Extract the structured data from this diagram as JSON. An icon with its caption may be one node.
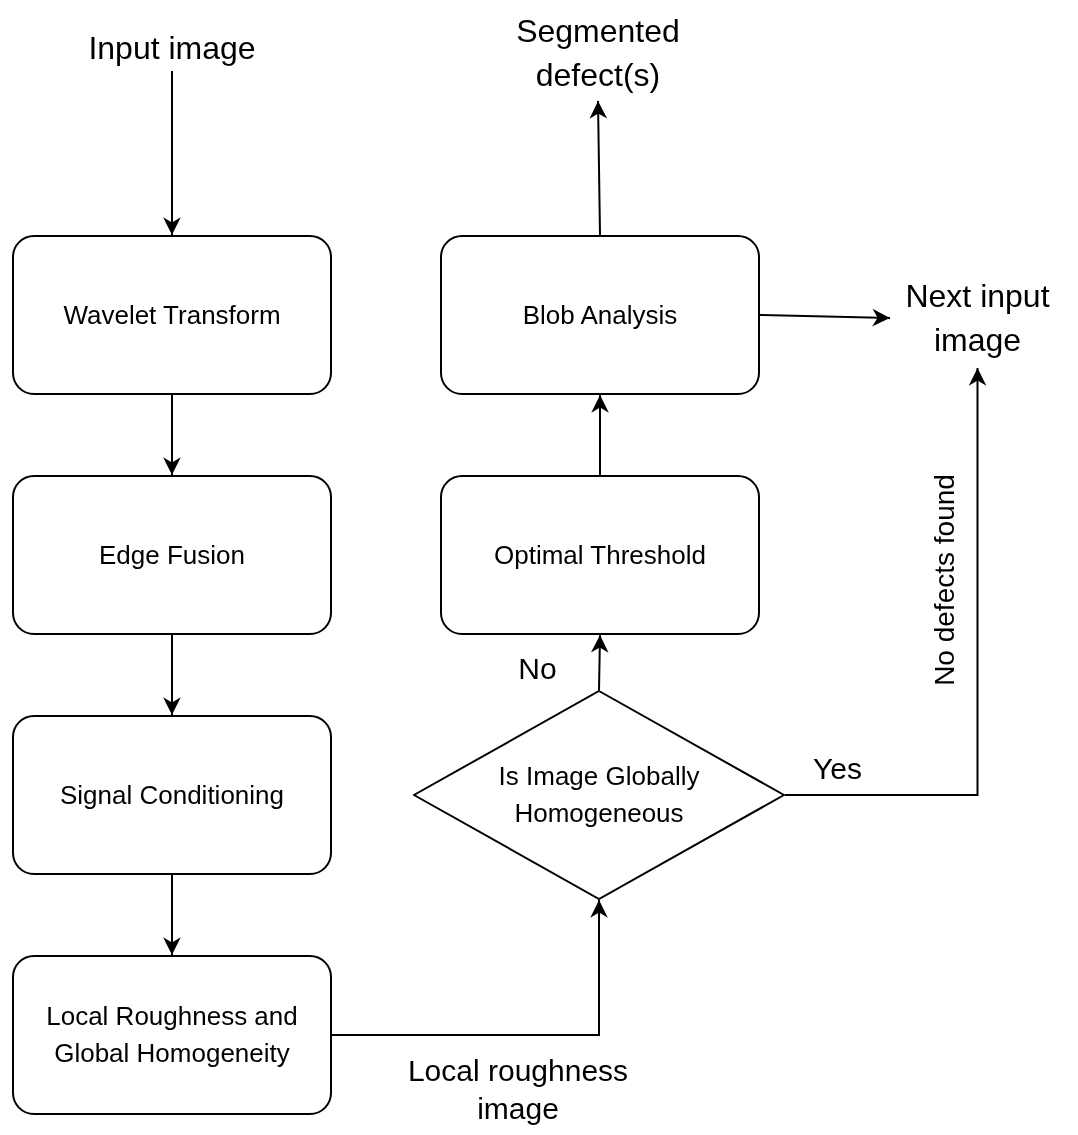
{
  "diagram": {
    "nodes": [
      {
        "text": [
          "Input image"
        ]
      },
      {
        "text": [
          "Wavelet Transform"
        ]
      },
      {
        "text": [
          "Edge Fusion"
        ]
      },
      {
        "text": [
          "Signal Conditioning"
        ]
      },
      {
        "text": [
          "Local Roughness and Global Homogeneity"
        ]
      },
      {
        "text": [
          "Is Image Globally Homogeneous"
        ]
      },
      {
        "text": [
          "Optimal Threshold"
        ]
      },
      {
        "text": [
          "Blob Analysis"
        ]
      },
      {
        "text": [
          "Segmented defect(s)"
        ]
      },
      {
        "text": [
          "Next input image"
        ]
      }
    ],
    "edges": [
      {
        "from": 0,
        "to": 1,
        "arrow": "to"
      },
      {
        "from": 1,
        "to": 2,
        "arrow": "to"
      },
      {
        "from": 2,
        "to": 3,
        "arrow": "to"
      },
      {
        "from": 3,
        "to": 4,
        "arrow": "to"
      },
      {
        "from": 4,
        "to": 5,
        "arrow": "to",
        "label": "Local roughness image"
      },
      {
        "from": 5,
        "to": 6,
        "arrow": "to",
        "label": "No"
      },
      {
        "from": 6,
        "to": 7,
        "arrow": "to"
      },
      {
        "from": 7,
        "to": 8,
        "arrow": "to"
      },
      {
        "from": 7,
        "to": 9,
        "arrow": "to"
      },
      {
        "from": 5,
        "to": 9,
        "arrow": "to",
        "label": "Yes"
      }
    ],
    "labels": [
      "No defects found"
    ]
  }
}
